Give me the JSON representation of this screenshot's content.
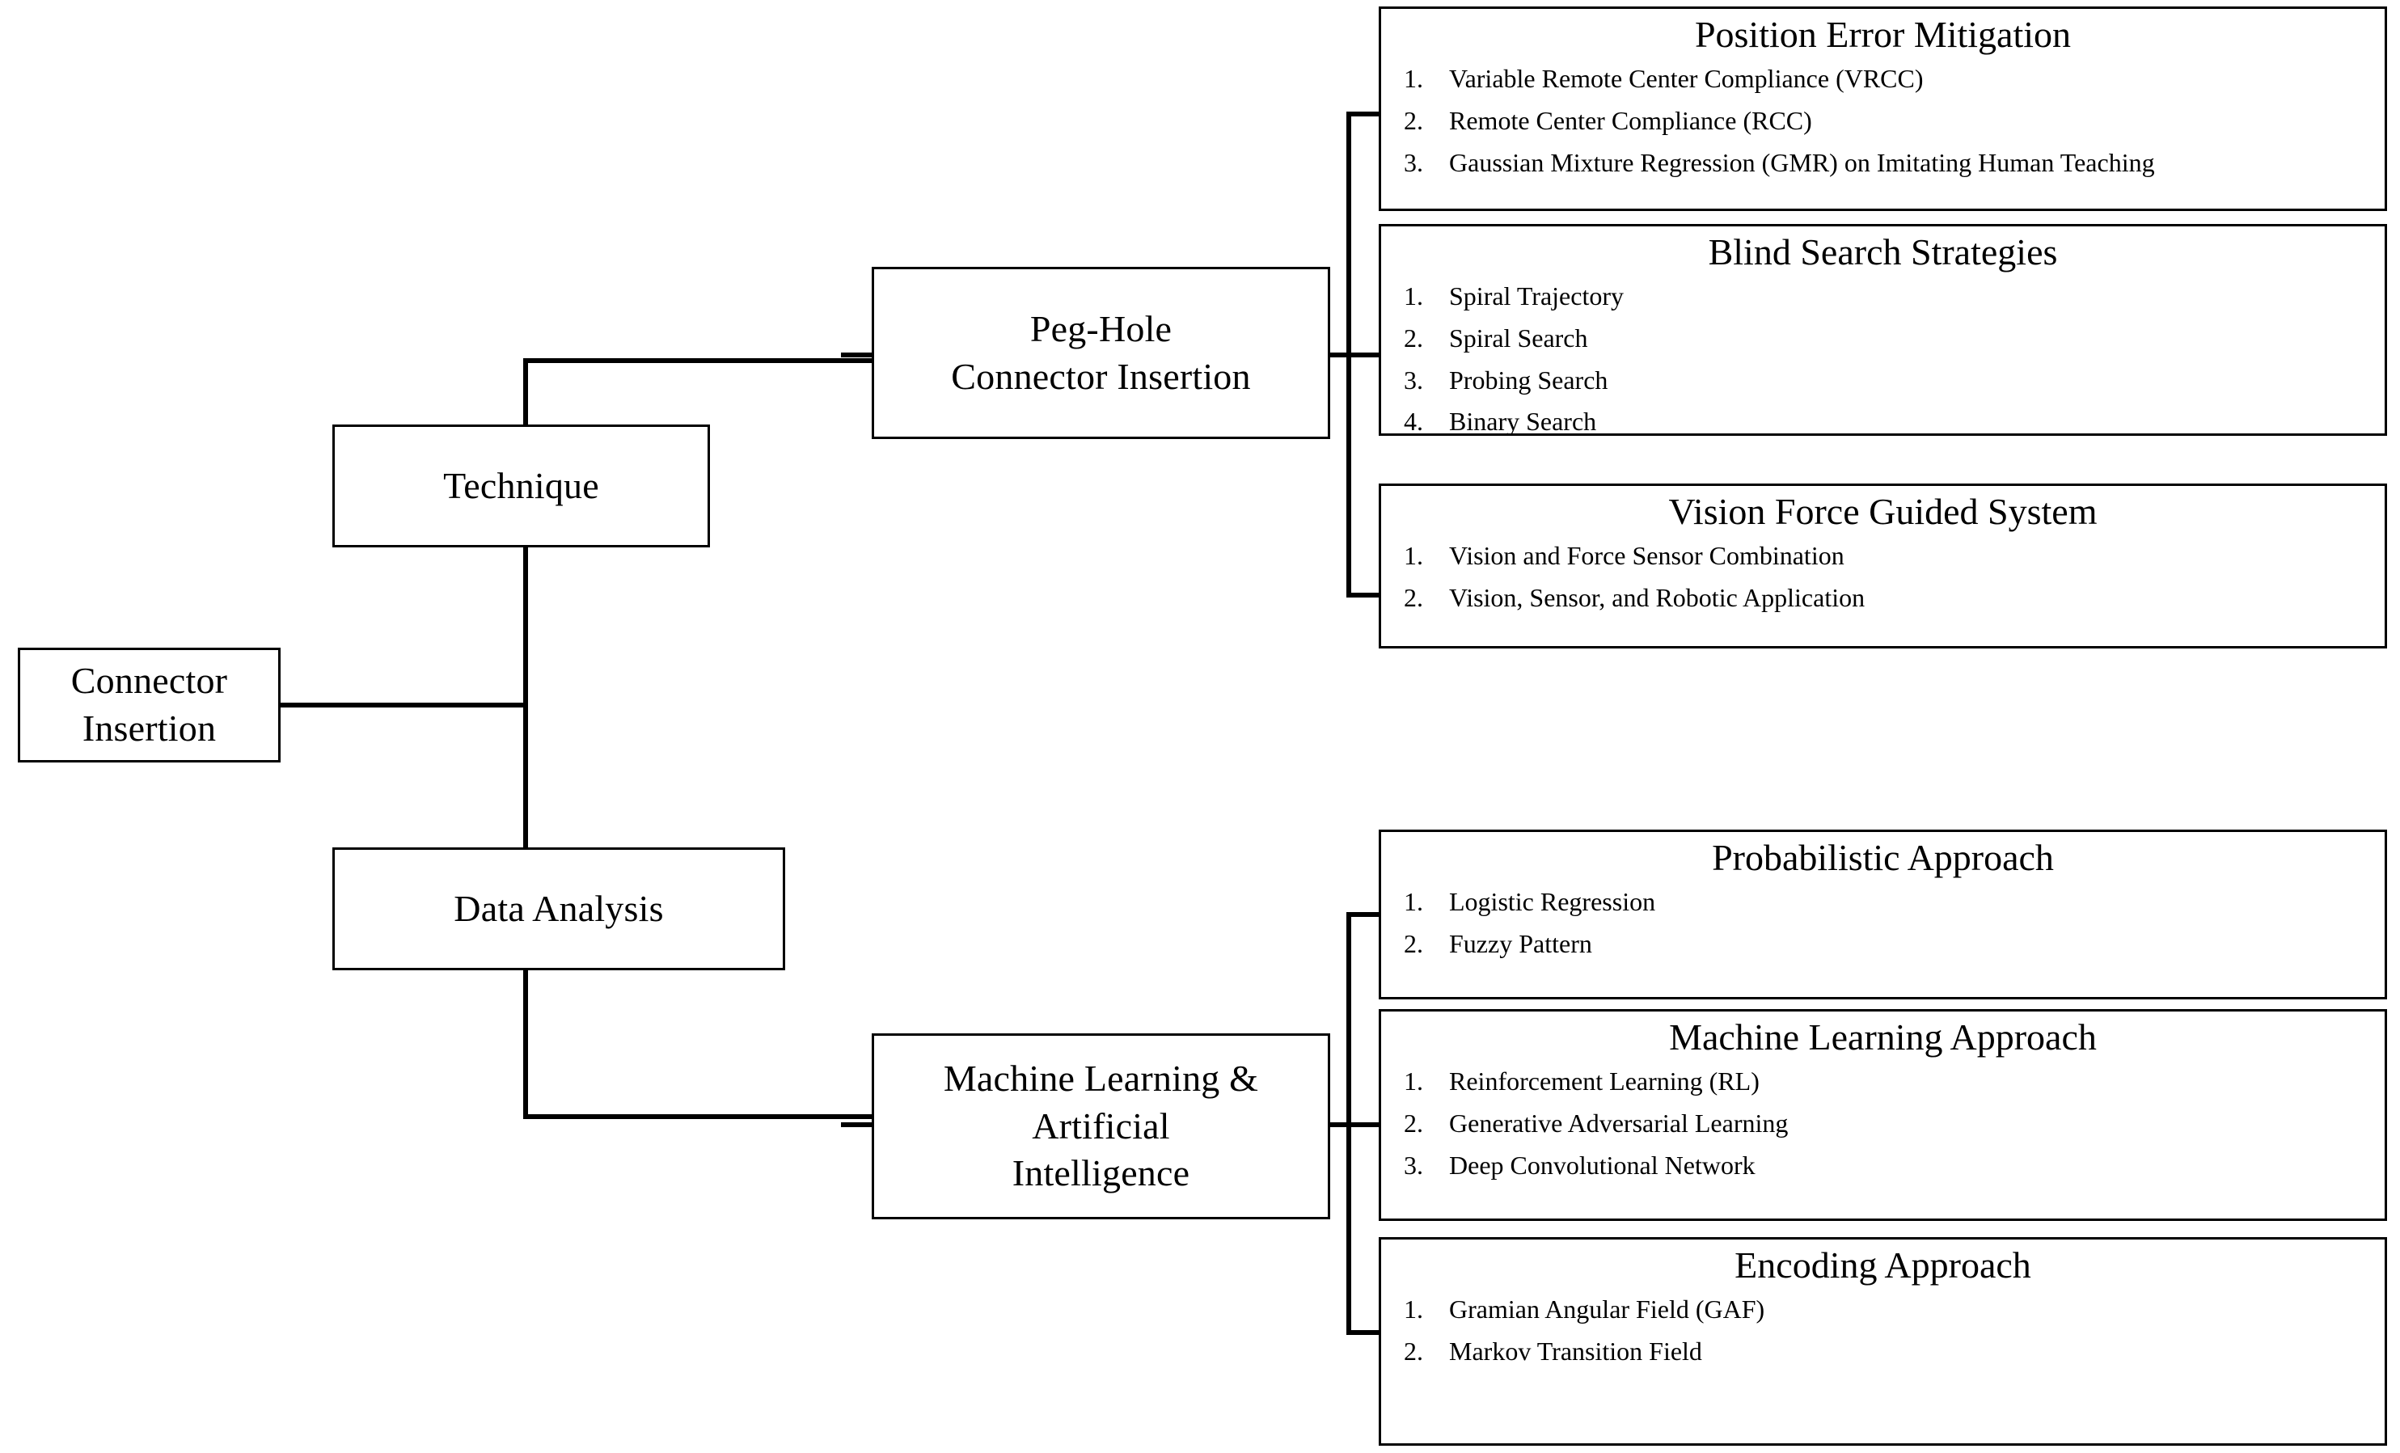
{
  "diagram": {
    "title_root": "Connector Insertion",
    "root": {
      "label": "Connector\nInsertion"
    },
    "branches": [
      {
        "label": "Technique",
        "child": {
          "label": "Peg-Hole\nConnector Insertion",
          "leaves": [
            {
              "title": "Position Error Mitigation",
              "items": [
                {
                  "num": "1.",
                  "text": "Variable Remote Center Compliance (VRCC)"
                },
                {
                  "num": "2.",
                  "text": "Remote Center Compliance (RCC)"
                },
                {
                  "num": "3.",
                  "text": "Gaussian Mixture Regression (GMR) on Imitating Human Teaching"
                }
              ]
            },
            {
              "title": "Blind Search Strategies",
              "items": [
                {
                  "num": "1.",
                  "text": "Spiral Trajectory"
                },
                {
                  "num": "2.",
                  "text": "Spiral Search"
                },
                {
                  "num": "3.",
                  "text": "Probing Search"
                },
                {
                  "num": "4.",
                  "text": "Binary Search"
                }
              ]
            },
            {
              "title": "Vision Force Guided System",
              "items": [
                {
                  "num": "1.",
                  "text": "Vision and Force Sensor Combination"
                },
                {
                  "num": "2.",
                  "text": "Vision, Sensor, and Robotic Application"
                }
              ]
            }
          ]
        }
      },
      {
        "label": "Data Analysis",
        "child": {
          "label": "Machine Learning &\nArtificial\nIntelligence",
          "leaves": [
            {
              "title": "Probabilistic Approach",
              "items": [
                {
                  "num": "1.",
                  "text": "Logistic Regression"
                },
                {
                  "num": "2.",
                  "text": "Fuzzy Pattern"
                }
              ]
            },
            {
              "title": "Machine Learning Approach",
              "items": [
                {
                  "num": "1.",
                  "text": "Reinforcement Learning (RL)"
                },
                {
                  "num": "2.",
                  "text": "Generative Adversarial Learning"
                },
                {
                  "num": "3.",
                  "text": "Deep Convolutional Network"
                }
              ]
            },
            {
              "title": "Encoding Approach",
              "items": [
                {
                  "num": "1.",
                  "text": "Gramian Angular Field (GAF)"
                },
                {
                  "num": "2.",
                  "text": "Markov Transition Field"
                }
              ]
            }
          ]
        }
      }
    ],
    "colors": {
      "stroke": "#000000",
      "background": "#ffffff",
      "text": "#000000"
    }
  }
}
